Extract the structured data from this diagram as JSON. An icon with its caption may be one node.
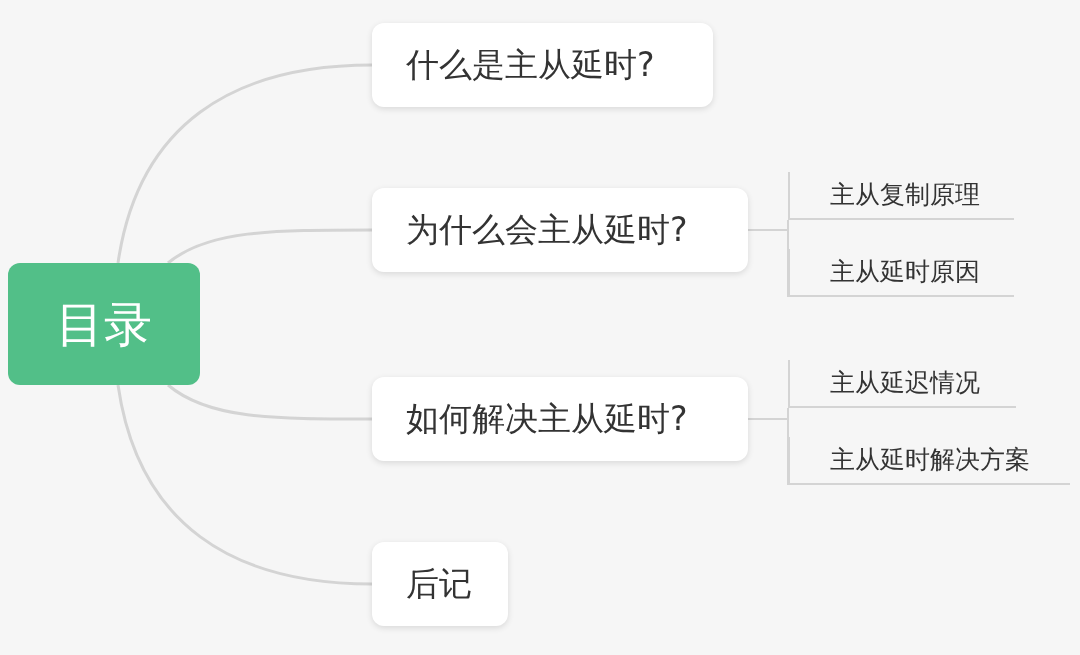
{
  "diagram": {
    "nodes": [
      {
        "text": [
          "目录"
        ]
      },
      {
        "text": [
          "什么是主从延时?"
        ]
      },
      {
        "text": [
          "为什么会主从延时?"
        ]
      },
      {
        "text": [
          "如何解决主从延时?"
        ]
      },
      {
        "text": [
          "后记"
        ]
      },
      {
        "text": [
          "主从复制原理"
        ]
      },
      {
        "text": [
          "主从延时原因"
        ]
      },
      {
        "text": [
          "主从延迟情况"
        ]
      },
      {
        "text": [
          "主从延时解决方案"
        ]
      }
    ],
    "edges": [
      {
        "from": 0,
        "to": 1,
        "arrow": "none"
      },
      {
        "from": 0,
        "to": 2,
        "arrow": "none"
      },
      {
        "from": 0,
        "to": 3,
        "arrow": "none"
      },
      {
        "from": 0,
        "to": 4,
        "arrow": "none"
      },
      {
        "from": 2,
        "to": 5,
        "arrow": "none"
      },
      {
        "from": 2,
        "to": 6,
        "arrow": "none"
      },
      {
        "from": 3,
        "to": 7,
        "arrow": "none"
      },
      {
        "from": 3,
        "to": 8,
        "arrow": "none"
      }
    ]
  }
}
